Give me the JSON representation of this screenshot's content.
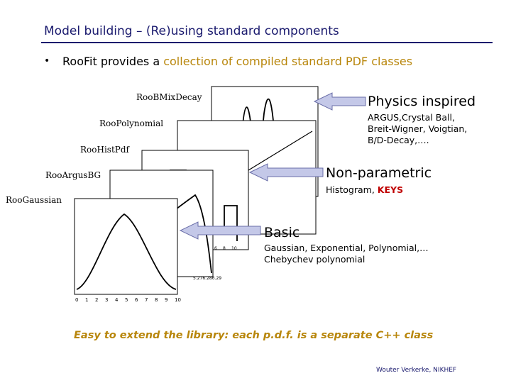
{
  "title": "Model building – (Re)using standard components",
  "bullet": {
    "marker": "•",
    "prefix": "RooFit provides a ",
    "highlight": "collection of compiled standard PDF classes"
  },
  "pdf_labels": [
    "RooBMixDecay",
    "RooPolynomial",
    "RooHistPdf",
    "RooArgusBG",
    "RooGaussian"
  ],
  "categories": {
    "physics": {
      "title": "Physics inspired",
      "desc_lines": [
        "ARGUS,Crystal Ball,",
        "Breit-Wigner, Voigtian,",
        "B/D-Decay,…."
      ]
    },
    "nonparam": {
      "title": "Non-parametric",
      "desc_prefix": "Histogram, ",
      "desc_keys": "KEYS"
    },
    "basic": {
      "title": "Basic",
      "desc_lines": [
        "Gaussian, Exponential, Polynomial,…",
        "Chebychev polynomial"
      ]
    }
  },
  "axis_ticks": [
    "0",
    "1",
    "2",
    "3",
    "4",
    "5",
    "6",
    "7",
    "8",
    "9",
    "10"
  ],
  "footer_note": "Easy to extend the library: each p.d.f. is a separate C++ class",
  "author": "Wouter Verkerke, NIKHEF",
  "colors": {
    "title": "#1a1a6e",
    "highlight": "#b8860b",
    "keys": "#c00000",
    "arrow_fill": "#c4c8e8",
    "arrow_stroke": "#6a6ea8"
  }
}
